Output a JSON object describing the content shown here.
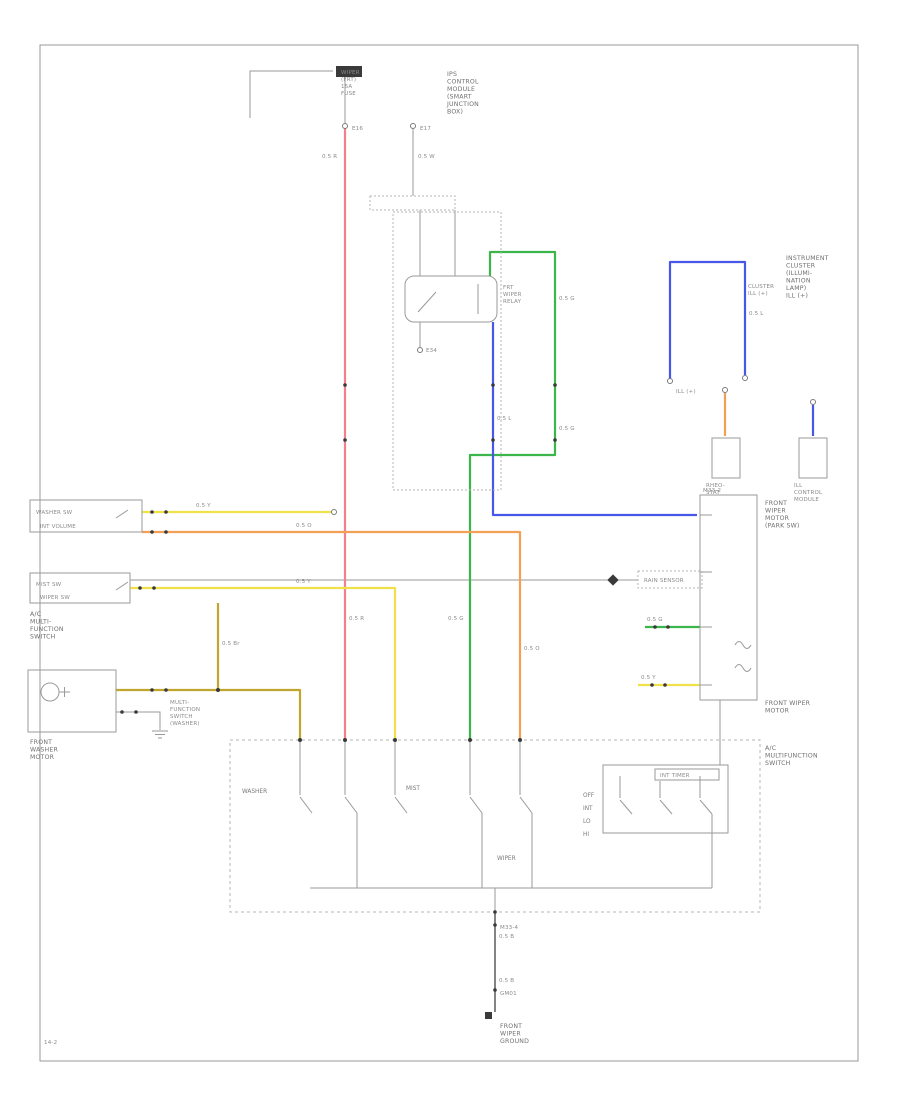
{
  "colors": {
    "red": "#f2808a",
    "green": "#3cb54a",
    "blue": "#4757e8",
    "orange": "#f2a054",
    "yellow": "#f0e14b",
    "olive": "#c0a62e",
    "black": "#5a5a5a"
  },
  "blocks": {
    "fuse": {
      "lines": [
        "WIPER",
        "(FRT)",
        "15A",
        "FUSE"
      ]
    },
    "sjb": {
      "lines": [
        "IPS",
        "CONTROL",
        "MODULE",
        "(SMART",
        "JUNCTION",
        "BOX)"
      ]
    },
    "relay": {
      "lines": [
        "FRT",
        "WIPER",
        "RELAY"
      ]
    },
    "cluster": {
      "lines": [
        "INSTRUMENT",
        "CLUSTER",
        "(ILLUMI-",
        "NATION",
        "LAMP)",
        "ILL (+)"
      ]
    },
    "cluster_ill": {
      "lines": [
        "CLUSTER",
        "ILL (+)"
      ]
    },
    "ill_mid": {
      "lines": [
        "ILL (+)"
      ]
    },
    "rheostat": {
      "lines": [
        "RHEO-",
        "STAT"
      ]
    },
    "ill_module": {
      "lines": [
        "ILL",
        "CONTROL",
        "MODULE"
      ]
    },
    "wiper_motor_top": {
      "lines": [
        "FRONT",
        "WIPER",
        "MOTOR",
        "(PARK SW)"
      ]
    },
    "wiper_motor_bot": {
      "lines": [
        "FRONT WIPER",
        "MOTOR"
      ]
    },
    "mf_right": {
      "lines": [
        "A/C",
        "MULTIFUNCTION",
        "SWITCH"
      ]
    },
    "box1": {
      "rows": [
        "WASHER SW",
        "INT VOLUME"
      ]
    },
    "box2": {
      "rows": [
        "MIST SW",
        "WIPER SW"
      ]
    },
    "acm_left": {
      "lines": [
        "A/C",
        "MULTI-",
        "FUNCTION",
        "SWITCH"
      ]
    },
    "washer_motor": {
      "lines": [
        "FRONT",
        "WASHER",
        "MOTOR"
      ]
    },
    "mf_washer": {
      "lines": [
        "MULTI-",
        "FUNCTION",
        "SWITCH",
        "(WASHER)"
      ]
    },
    "rain": {
      "lines": [
        "RAIN SENSOR"
      ]
    },
    "ground": {
      "lines": [
        "FRONT",
        "WIPER",
        "GROUND"
      ]
    },
    "page_code": "14-2"
  },
  "switch_labels": {
    "washer": "WASHER",
    "mist": "MIST",
    "off": "OFF",
    "int": "INT",
    "lo": "LO",
    "hi": "HI",
    "wiper": "WIPER",
    "int_timer": "INT TIMER"
  },
  "wire_codes": [
    "0.5 R",
    "0.5 W",
    "0.5 G",
    "0.5 L",
    "0.5 L",
    "0.5 G",
    "0.5 Y",
    "0.5 O",
    "0.5 Y",
    "0.5 Br",
    "0.5 R",
    "0.5 G",
    "0.5 O",
    "0.5 G",
    "0.5 Y",
    "0.5 B",
    "0.5 B"
  ],
  "connector_codes": [
    "E16",
    "E17",
    "M33-2",
    "E34",
    "M33-4",
    "GM01"
  ]
}
